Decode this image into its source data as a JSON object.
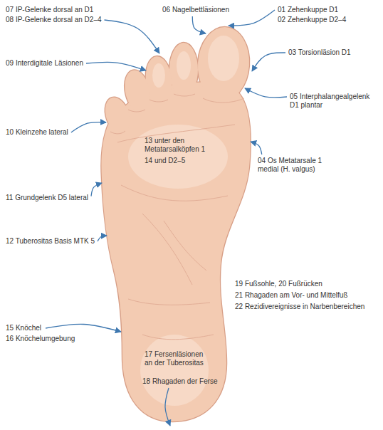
{
  "diagram": {
    "labels": [
      "07 IP-Gelenke dorsal an D1",
      "08 IP-Gelenke dorsal an D2–4",
      "06 Nagelbettläsionen",
      "01 Zehenkuppe D1",
      "02 Zehenkuppe D2–4",
      "03 Torsionläsion D1",
      "09 Interdigitale Läsionen",
      "05 Interphalangealgelenk D1 plantar",
      "10 Kleinzehe lateral",
      "13 unter den Metatarsalköpfen 1",
      "14 und D2–5",
      "04 Os Metatarsale 1 medial (H. valgus)",
      "11 Grundgelenk D5 lateral",
      "12 Tuberositas Basis MTK 5",
      "19 Fußsohle, 20 Fußrücken",
      "21 Rhagaden am Vor- und Mittelfuß",
      "22 Rezidivereignisse in Narbenbereichen",
      "15 Knöchel",
      "16 Knöchelumgebung",
      "17 Fersenläsionen an der Tuberositas",
      "18 Rhagaden der Ferse"
    ]
  }
}
